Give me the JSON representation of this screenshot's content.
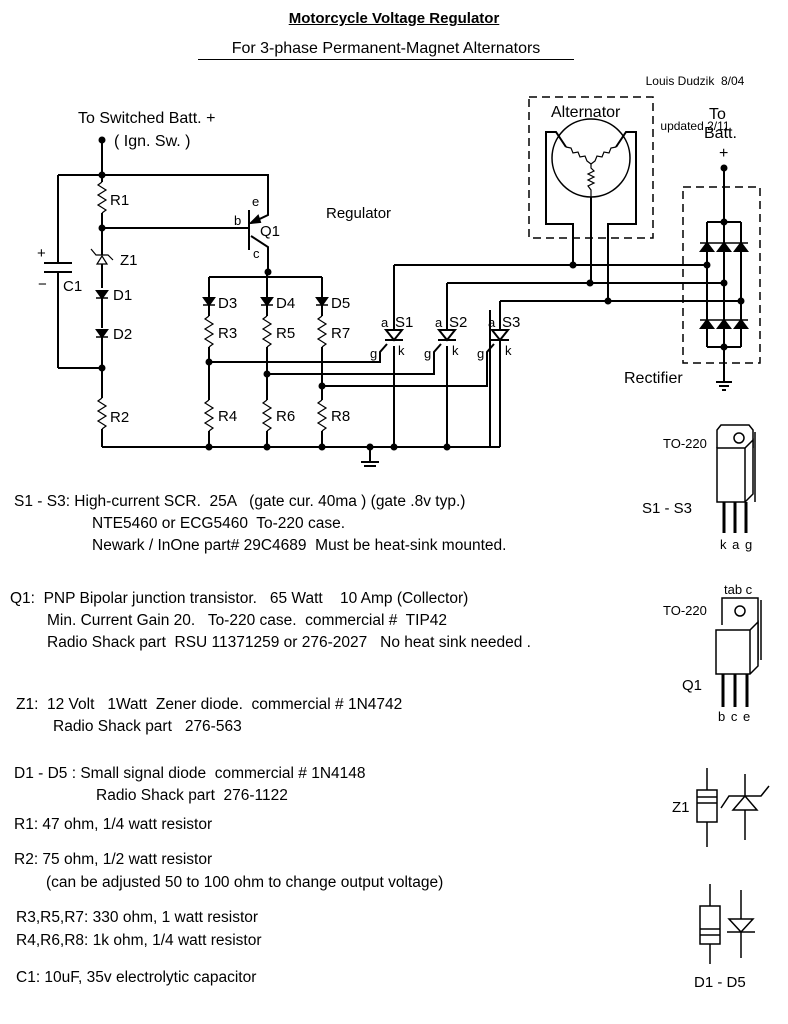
{
  "header": {
    "title": "Motorcycle Voltage Regulator",
    "subtitle": "For 3-phase Permanent-Magnet Alternators",
    "author": "Louis Dudzik  8/04",
    "updated": "updated 2/11"
  },
  "schematic": {
    "supply_label_1": "To Switched Batt. +",
    "supply_label_2": "( Ign. Sw. )",
    "regulator_label": "Regulator",
    "alternator_label": "Alternator",
    "rectifier_label": "Rectifier",
    "batt_label_1": "To",
    "batt_label_2": "Batt.",
    "batt_label_3": "+",
    "components": {
      "R1": "R1",
      "R2": "R2",
      "Z1": "Z1",
      "D1": "D1",
      "D2": "D2",
      "C1": "C1",
      "cap_plus": "+",
      "cap_minus": "−",
      "Q1": "Q1",
      "q_e": "e",
      "q_b": "b",
      "q_c": "c",
      "D3": "D3",
      "D4": "D4",
      "D5": "D5",
      "R3": "R3",
      "R5": "R5",
      "R7": "R7",
      "R4": "R4",
      "R6": "R6",
      "R8": "R8",
      "S1": "S1",
      "S2": "S2",
      "S3": "S3",
      "scr_a": "a",
      "scr_g": "g",
      "scr_k": "k"
    }
  },
  "packages": {
    "scr": {
      "case": "TO-220",
      "label": "S1 - S3",
      "pins": "k a g"
    },
    "q1": {
      "case": "TO-220",
      "tab": "tab c",
      "label": "Q1",
      "pins": "b c e"
    },
    "zener": {
      "label": "Z1"
    },
    "diode": {
      "label": "D1 - D5"
    }
  },
  "specs": {
    "s1_line1": "S1 - S3: High-current SCR.  25A   (gate cur. 40ma ) (gate .8v typ.)",
    "s1_line2": "NTE5460 or ECG5460  To-220 case.",
    "s1_line3": "Newark / InOne part# 29C4689  Must be heat-sink mounted.",
    "q1_line1": "Q1:  PNP Bipolar junction transistor.   65 Watt    10 Amp (Collector)",
    "q1_line2": "Min. Current Gain 20.   To-220 case.  commercial #  TIP42",
    "q1_line3": "Radio Shack part  RSU 11371259 or 276-2027   No heat sink needed .",
    "z1_line1": "Z1:  12 Volt   1Watt  Zener diode.  commercial # 1N4742",
    "z1_line2": "Radio Shack part   276-563",
    "d_line1": "D1 - D5 : Small signal diode  commercial # 1N4148",
    "d_line2": "Radio Shack part  276-1122",
    "r1": "R1: 47 ohm, 1/4 watt resistor",
    "r2_line1": "R2: 75 ohm, 1/2 watt resistor",
    "r2_line2": "(can be adjusted 50 to 100 ohm to change output voltage)",
    "r357": "R3,R5,R7: 330 ohm, 1 watt resistor",
    "r468": "R4,R6,R8: 1k ohm, 1/4 watt resistor",
    "c1": "C1: 10uF, 35v electrolytic capacitor"
  }
}
